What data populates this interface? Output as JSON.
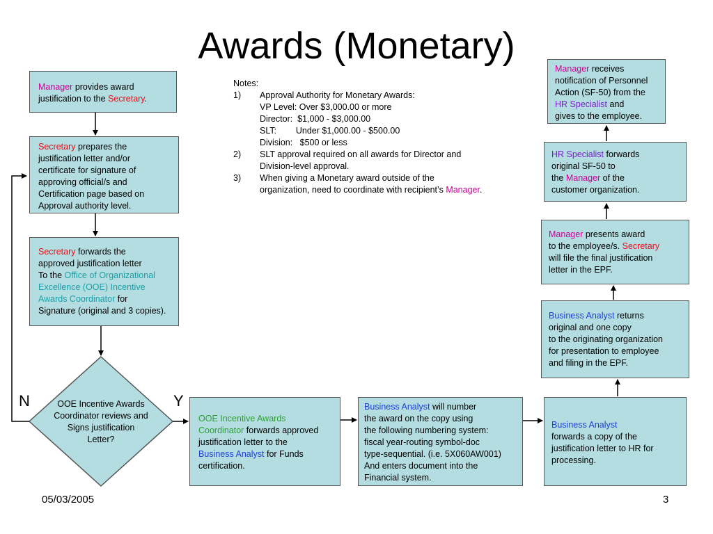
{
  "title": "Awards (Monetary)",
  "boxes": {
    "b1": {
      "a": "Manager",
      "b": " provides award",
      "c": "justification to the ",
      "d": "Secretary",
      "e": "."
    },
    "b2": {
      "a": "Secretary",
      "b": " prepares the",
      "l2": "justification letter and/or",
      "l3": "certificate for signature of",
      "l4": "approving official/s and",
      "l5": "Certification page based on",
      "l6": "Approval authority level."
    },
    "b3": {
      "a": "Secretary",
      "b": " forwards the",
      "l2": "approved justification letter",
      "l3a": "To the ",
      "l3b": "Office of Organizational",
      "l4": "Excellence (OOE) Incentive",
      "l5a": "Awards Coordinator",
      "l5b": " for",
      "l6": "Signature (original and 3 copies)."
    },
    "diamond": {
      "l1": "OOE Incentive Awards",
      "l2": "Coordinator reviews and",
      "l3": "Signs justification",
      "l4": "Letter?"
    },
    "b4": {
      "a": "OOE Incentive Awards",
      "b": "Coordinator",
      "c": " forwards approved",
      "l3": "justification letter to the",
      "d": "Business Analyst",
      "e": " for Funds",
      "l5": "certification."
    },
    "b5": {
      "a": "Business Analyst",
      "b": " will number",
      "l2": "the award on the  copy using",
      "l3": "the following numbering system:",
      "l4": "fiscal year-routing symbol-doc",
      "l5": "type-sequential. (i.e. 5X060AW001)",
      "l6": "And enters document into the",
      "l7": "Financial system."
    },
    "b6": {
      "a": "Business Analyst",
      "l2": "forwards a copy of the",
      "l3": "justification letter to HR for",
      "l4": "processing."
    },
    "b7": {
      "a": "Business Analyst",
      "b": " returns",
      "l2": "original and one copy",
      "l3": "to the originating organization",
      "l4": "for presentation to employee",
      "l5": "and filing in the EPF."
    },
    "b8": {
      "a": "Manager",
      "b": " presents award",
      "l2a": "to the employee/s. ",
      "l2b": "Secretary",
      "l3": "will file the final justification",
      "l4": "letter in the EPF."
    },
    "b9": {
      "a": "HR Specialist",
      "b": " forwards",
      "l2": "original SF-50 to",
      "l3a": "the ",
      "l3b": "Manager",
      "l3c": " of the",
      "l4": "customer organization."
    },
    "b10": {
      "a": "Manager",
      "b": " receives",
      "l2": "notification of Personnel",
      "l3": "Action (SF-50) from the",
      "l4a": "HR Specialist",
      "l4b": " and",
      "l5": "gives to the employee."
    }
  },
  "notes": {
    "heading": "Notes:",
    "n1": "1)",
    "n1_text": "Approval Authority for Monetary Awards:",
    "vp": "VP Level: Over $3,000.00 or more",
    "director": "Director:  $1,000 - $3,000.00",
    "slt": "SLT:        Under $1,000.00 - $500.00",
    "division": "Division:   $500 or less",
    "n2": "2)",
    "n2_l1": "SLT approval required on all awards for Director and",
    "n2_l2": "Division-level approval.",
    "n3": "3)",
    "n3_l1": "When giving a Monetary award outside of the",
    "n3_l2a": "organization, need to coordinate with recipient’s ",
    "n3_l2b": "Manager",
    "n3_l2c": "."
  },
  "labels": {
    "no": "N",
    "yes": "Y"
  },
  "footer": {
    "date": "05/03/2005",
    "page": "3"
  },
  "colors": {
    "box_fill": "#b3dde0",
    "manager": "#cc0099",
    "secretary": "#e8101c",
    "hr": "#7a1fd0",
    "analyst": "#1d3fd8",
    "ooe": "#1aa0a8",
    "ooe_green": "#2f9e38"
  }
}
